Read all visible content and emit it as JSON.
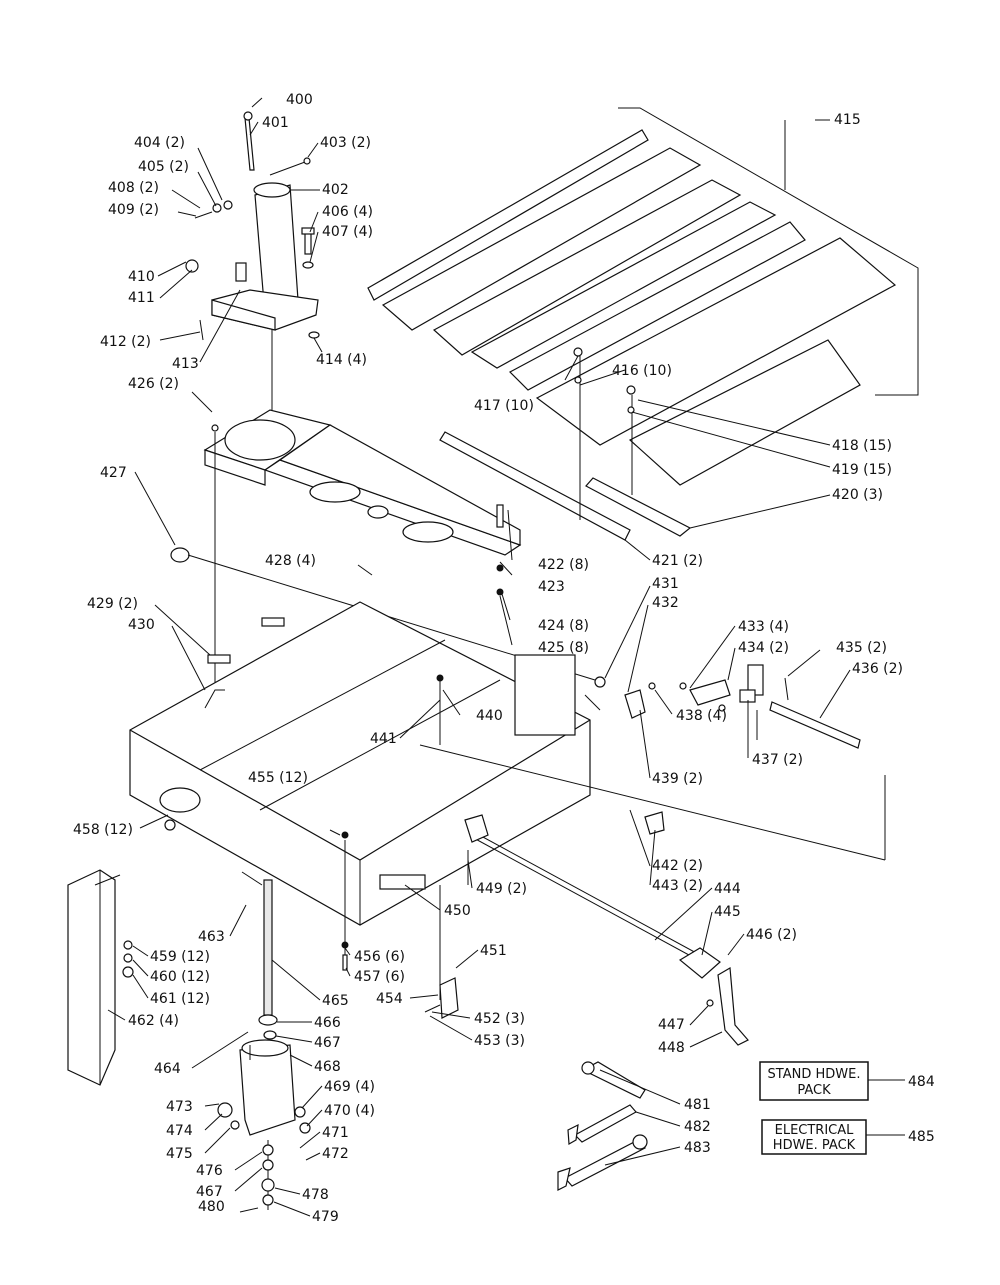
{
  "callouts": [
    "400",
    "401",
    "403 (2)",
    "404 (2)",
    "405 (2)",
    "402",
    "408 (2)",
    "406 (4)",
    "409 (2)",
    "407 (4)",
    "410",
    "411",
    "412 (2)",
    "413",
    "414 (4)",
    "415",
    "416 (10)",
    "417 (10)",
    "418 (15)",
    "419 (15)",
    "426 (2)",
    "420 (3)",
    "427",
    "421 (2)",
    "422 (8)",
    "423",
    "428 (4)",
    "431",
    "432",
    "424 (8)",
    "425 (8)",
    "429 (2)",
    "430",
    "433 (4)",
    "434 (2)",
    "435 (2)",
    "436 (2)",
    "440",
    "441",
    "438 (4)",
    "437 (2)",
    "455 (12)",
    "439 (2)",
    "458 (12)",
    "442 (2)",
    "443 (2)",
    "449 (2)",
    "444",
    "450",
    "445",
    "446 (2)",
    "463",
    "451",
    "459 (12)",
    "456 (6)",
    "460 (12)",
    "457 (6)",
    "461 (12)",
    "454",
    "462 (4)",
    "465",
    "452 (3)",
    "453 (3)",
    "447",
    "466",
    "448",
    "467",
    "464",
    "468",
    "469 (4)",
    "473",
    "470 (4)",
    "474",
    "471",
    "475",
    "472",
    "476",
    "467",
    "478",
    "480",
    "479",
    "481",
    "482",
    "483",
    "484",
    "485"
  ],
  "packs": [
    {
      "lines": [
        "STAND HDWE.",
        "PACK"
      ]
    },
    {
      "lines": [
        "ELECTRICAL",
        "HDWE. PACK"
      ]
    }
  ]
}
